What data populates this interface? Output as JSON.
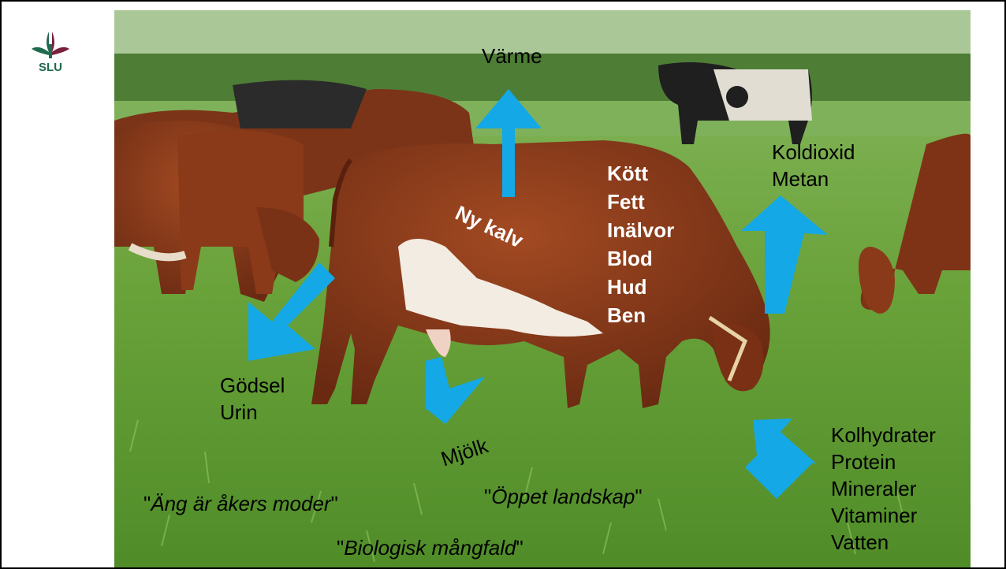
{
  "logo": {
    "text": "SLU",
    "colors": {
      "tree_left": "#1f6b4e",
      "tree_right": "#7a1f3d",
      "text": "#1f6b4e"
    }
  },
  "photo": {
    "description_colors": {
      "grass": "#5e9a35",
      "cow": "#8b3c1c",
      "arrow": "#14a8e6"
    }
  },
  "labels": {
    "varme": "Värme",
    "koldioxid": "Koldioxid",
    "metan": "Metan",
    "ny_kalv": "Ny kalv",
    "products": [
      "Kött",
      "Fett",
      "Inälvor",
      "Blod",
      "Hud",
      "Ben"
    ],
    "godsel": "Gödsel",
    "urin": "Urin",
    "mjolk": "Mjölk",
    "feed": [
      "Kolhydrater",
      "Protein",
      "Mineraler",
      "Vitaminer",
      "Vatten"
    ]
  },
  "quotes": {
    "ang": "Äng är åkers moder",
    "oppet": "Öppet landskap",
    "bio": "Biologisk mångfald",
    "open_mark": "\"",
    "close_mark": "\""
  },
  "arrow_color": "#14a8e6"
}
